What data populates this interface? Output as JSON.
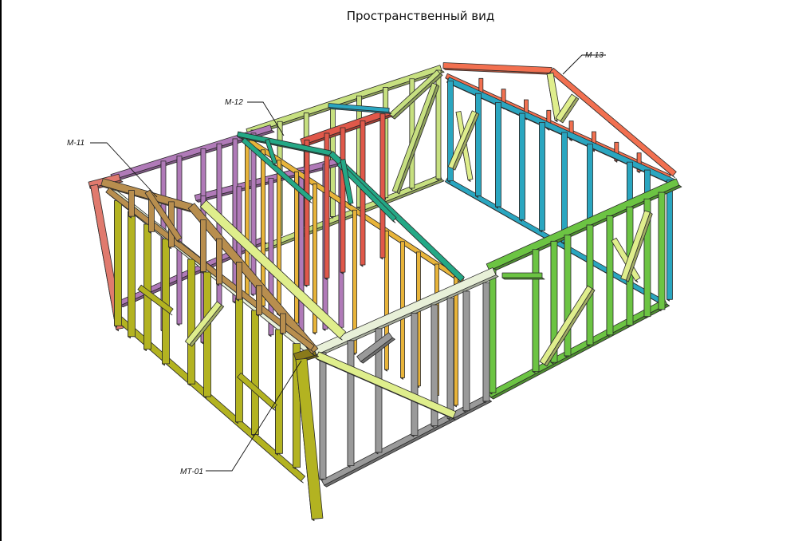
{
  "title": "Пространственный вид",
  "callouts": {
    "m11": "М-11",
    "m12": "М-12",
    "m13": "М-13",
    "mt01": "МТ-01"
  },
  "colors": {
    "front_gable_truss": "#b88e4e",
    "front_left_wall": "#b3b321",
    "corner_post": "#e07a6e",
    "back_wall": "#c7e080",
    "left_wall": "#b07ab8",
    "inner_truss_red": "#e0584a",
    "inner_truss_teal": "#24a886",
    "inner_partition_orange": "#e8b43a",
    "right_gable_truss": "#f27050",
    "right_wall": "#2aa6c0",
    "front_right_wall": "#6cc443",
    "front_middle_wall": "#9a9a9a",
    "top_plate": "#e8f0d8",
    "diagonal_brace": "#dfee8c",
    "corner_post_dark": "#8a7a1a"
  }
}
